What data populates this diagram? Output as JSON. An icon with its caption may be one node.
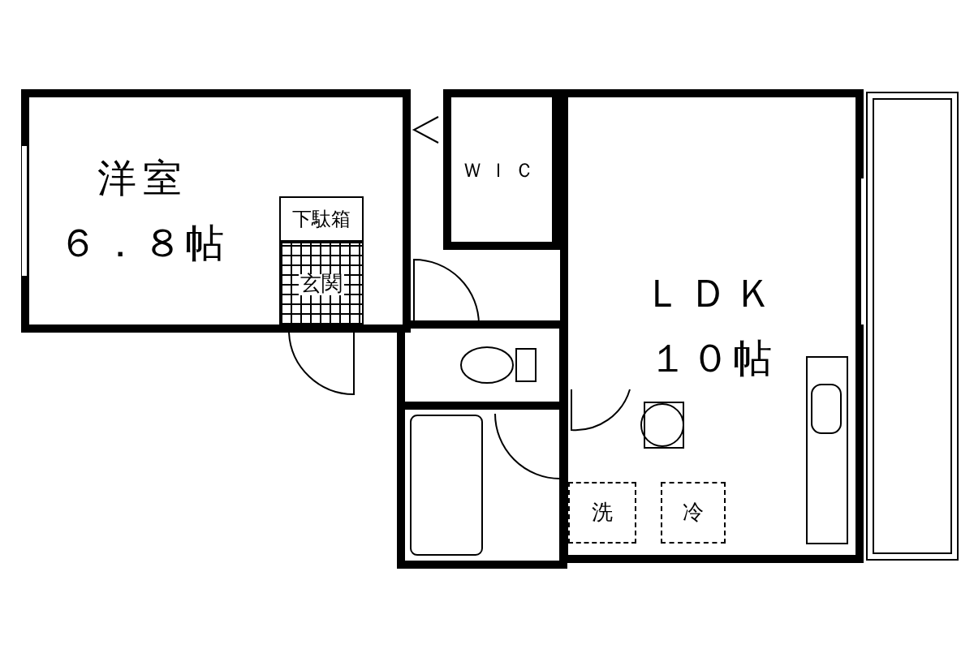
{
  "diagram": {
    "nodes": [
      {
        "text": [
          "洋室",
          "６．８帖"
        ]
      },
      {
        "text": [
          "ＷＩＣ"
        ]
      },
      {
        "text": [
          "ＬＤＫ",
          "１０帖"
        ]
      },
      {
        "text": [
          "下駄箱"
        ],
        "in": 0
      },
      {
        "text": [
          "玄関"
        ],
        "in": 0
      },
      {
        "text": [
          "洗"
        ],
        "in": 2
      },
      {
        "text": [
          "冷"
        ],
        "in": 2
      }
    ]
  }
}
